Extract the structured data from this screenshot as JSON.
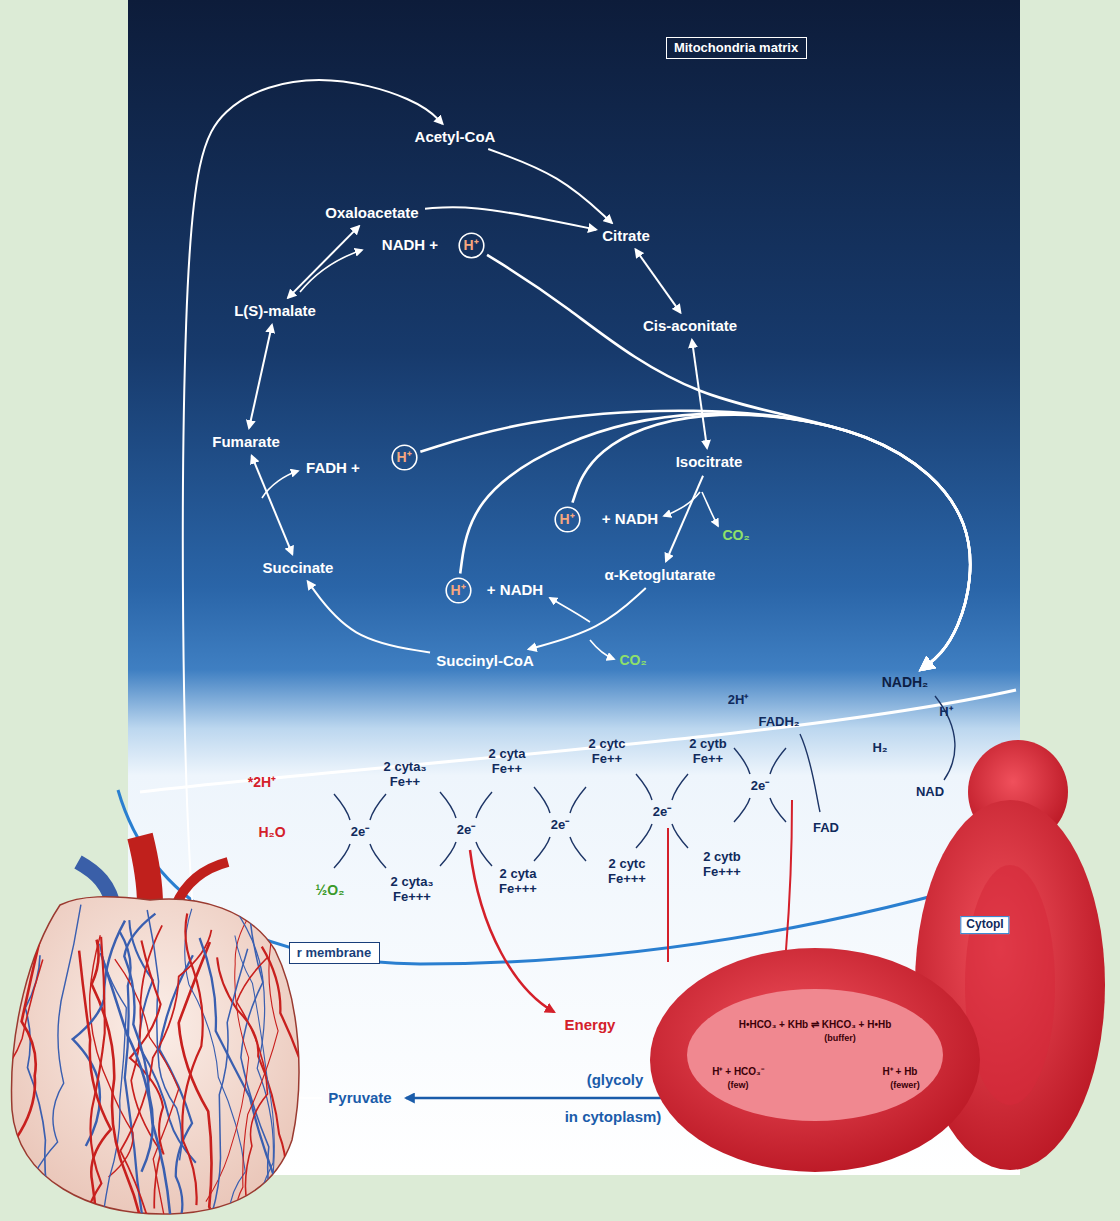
{
  "diagram": {
    "nodes": [
      {
        "text": [
          "Mitochondria matrix"
        ]
      },
      {
        "text": [
          "Acetyl-CoA"
        ]
      },
      {
        "text": [
          "Oxaloacetate"
        ]
      },
      {
        "text": [
          "Citrate"
        ]
      },
      {
        "text": [
          "H⁺"
        ]
      },
      {
        "text": [
          "L(S)-malate"
        ]
      },
      {
        "text": [
          "Cis-aconitate"
        ]
      },
      {
        "text": [
          "Fumarate"
        ]
      },
      {
        "text": [
          "H⁺"
        ]
      },
      {
        "text": [
          "Isocitrate"
        ]
      },
      {
        "text": [
          "H⁺"
        ]
      },
      {
        "text": [
          "Succinate"
        ]
      },
      {
        "text": [
          "α-Ketoglutarate"
        ]
      },
      {
        "text": [
          "H⁺"
        ]
      },
      {
        "text": [
          "Succinyl-CoA"
        ]
      },
      {
        "text": [
          "NADH₂"
        ]
      },
      {
        "text": [
          "r membrane"
        ]
      },
      {
        "text": [
          "Pyruvate"
        ]
      }
    ],
    "edges": [
      {
        "from": 1,
        "to": 3,
        "arrow": "to"
      },
      {
        "from": 2,
        "to": 3,
        "arrow": "to"
      },
      {
        "from": 3,
        "to": 6,
        "arrow": "both"
      },
      {
        "from": 6,
        "to": 9,
        "arrow": "both"
      },
      {
        "from": 9,
        "to": 12,
        "arrow": "to"
      },
      {
        "from": 12,
        "to": 14,
        "arrow": "to"
      },
      {
        "from": 14,
        "to": 11,
        "arrow": "to"
      },
      {
        "from": 11,
        "to": 7,
        "arrow": "both"
      },
      {
        "from": 7,
        "to": 5,
        "arrow": "both"
      },
      {
        "from": 5,
        "to": 2,
        "arrow": "both"
      },
      {
        "from": 17,
        "to": 1,
        "arrow": "to"
      },
      {
        "from": 4,
        "to": 15,
        "arrow": "to"
      },
      {
        "from": 8,
        "to": 15,
        "arrow": "to"
      },
      {
        "from": 10,
        "to": 15,
        "arrow": "to"
      },
      {
        "from": 13,
        "to": 15,
        "arrow": "to"
      }
    ],
    "labels": [
      "NADH +",
      "FADH +",
      "+ NADH",
      "CO₂",
      "+ NADH",
      "CO₂",
      "H⁺",
      "2H⁺",
      "FADH₂",
      "H₂",
      "NAD",
      "FAD",
      "2e⁻",
      "2 cytb Fe++",
      "2 cytb Fe+++",
      "2e⁻",
      "2 cytc Fe++",
      "2 cytc Fe+++",
      "2e⁻",
      "2 cyta Fe++",
      "2 cyta Fe+++",
      "2e⁻",
      "2 cyta₃ Fe++",
      "2 cyta₃ Fe+++",
      "2e⁻",
      "*2H⁺",
      "H₂O",
      "½O₂",
      "Cytopl",
      "Energy",
      "(glycoly",
      "in cytoplasm)",
      "H•HCO₃ + KHb ⇌ KHCO₃ + H•Hb",
      "(buffer)",
      "H⁺ + HCO₃⁻",
      "(few)",
      "H⁺ + Hb",
      "(fewer)"
    ]
  }
}
